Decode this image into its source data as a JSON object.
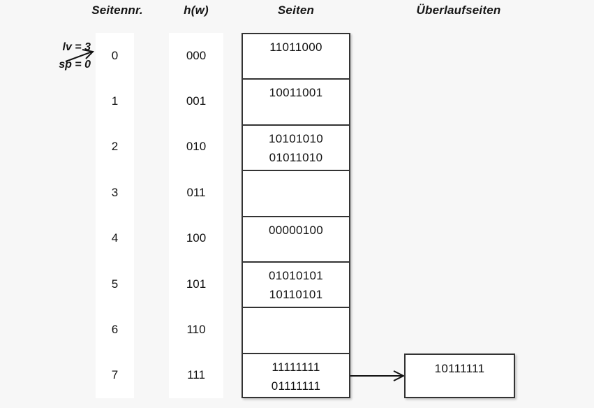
{
  "headers": {
    "page_number": "Seitennr.",
    "hash": "h(w)",
    "pages": "Seiten",
    "overflow_pages": "Überlaufseiten"
  },
  "annotation": {
    "lv": "lv = 3",
    "sp": "sp = 0",
    "arrow_icon": "arrow-right-icon"
  },
  "colors": {
    "background": "#f7f7f7",
    "cell_background": "#ffffff",
    "border": "#333333",
    "text": "#111111"
  },
  "rows": [
    {
      "number": "0",
      "hash": "000",
      "entries": [
        "11011000"
      ]
    },
    {
      "number": "1",
      "hash": "001",
      "entries": [
        "10011001"
      ]
    },
    {
      "number": "2",
      "hash": "010",
      "entries": [
        "10101010",
        "01011010"
      ]
    },
    {
      "number": "3",
      "hash": "011",
      "entries": []
    },
    {
      "number": "4",
      "hash": "100",
      "entries": [
        "00000100"
      ]
    },
    {
      "number": "5",
      "hash": "101",
      "entries": [
        "01010101",
        "10110101"
      ]
    },
    {
      "number": "6",
      "hash": "110",
      "entries": []
    },
    {
      "number": "7",
      "hash": "111",
      "entries": [
        "11111111",
        "01111111"
      ]
    }
  ],
  "overflow": {
    "entry": "10111111",
    "from_row": "7",
    "arrow_icon": "arrow-right-icon"
  }
}
